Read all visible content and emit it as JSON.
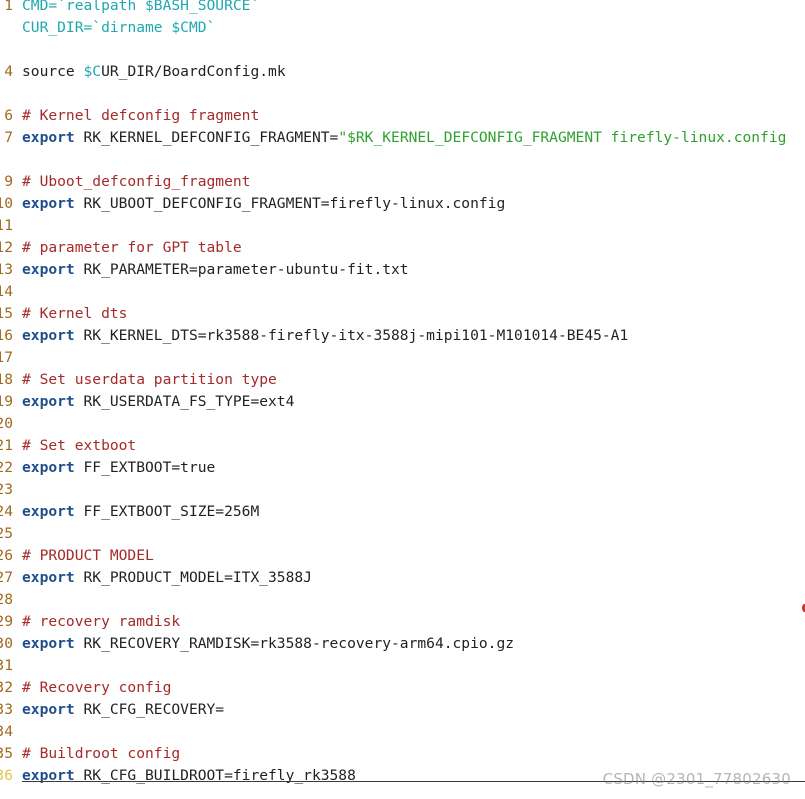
{
  "editor": {
    "lines": [
      {
        "num": "1",
        "parts": [
          {
            "t": "CMD=",
            "c": "var"
          },
          {
            "t": "`realpath $BASH_SOURCE`",
            "c": "var"
          }
        ]
      },
      {
        "num": "",
        "parts": [
          {
            "t": "CUR_DIR=",
            "c": "var"
          },
          {
            "t": "`dirname $CMD`",
            "c": "var"
          }
        ]
      },
      {
        "num": "",
        "parts": []
      },
      {
        "num": "4",
        "parts": [
          {
            "t": "source ",
            "c": ""
          },
          {
            "t": "$C",
            "c": "var"
          },
          {
            "t": "UR_DIR/BoardConfig.mk",
            "c": ""
          }
        ]
      },
      {
        "num": "",
        "parts": []
      },
      {
        "num": "6",
        "parts": [
          {
            "t": "# Kernel defconfig fragment",
            "c": "cm"
          }
        ]
      },
      {
        "num": "7",
        "parts": [
          {
            "t": "export",
            "c": "kw"
          },
          {
            "t": " RK_KERNEL_DEFCONFIG_FRAGMENT=",
            "c": ""
          },
          {
            "t": "\"$RK_KERNEL_DEFCONFIG_FRAGMENT firefly-linux.config",
            "c": "str"
          }
        ]
      },
      {
        "num": "",
        "parts": []
      },
      {
        "num": "9",
        "parts": [
          {
            "t": "# Uboot_defconfig_fragment",
            "c": "cm"
          }
        ]
      },
      {
        "num": "10",
        "parts": [
          {
            "t": "export",
            "c": "kw"
          },
          {
            "t": " RK_UBOOT_DEFCONFIG_FRAGMENT=firefly-linux.config",
            "c": ""
          }
        ]
      },
      {
        "num": "11",
        "parts": []
      },
      {
        "num": "12",
        "parts": [
          {
            "t": "# parameter for GPT table",
            "c": "cm"
          }
        ]
      },
      {
        "num": "13",
        "parts": [
          {
            "t": "export",
            "c": "kw"
          },
          {
            "t": " RK_PARAMETER=parameter-ubuntu-fit.txt",
            "c": ""
          }
        ]
      },
      {
        "num": "14",
        "parts": []
      },
      {
        "num": "15",
        "parts": [
          {
            "t": "# Kernel dts",
            "c": "cm"
          }
        ]
      },
      {
        "num": "16",
        "parts": [
          {
            "t": "export",
            "c": "kw"
          },
          {
            "t": " RK_KERNEL_DTS=rk3588-firefly-itx-3588j-mipi101-M101014-BE45-A1",
            "c": ""
          }
        ]
      },
      {
        "num": "17",
        "parts": []
      },
      {
        "num": "18",
        "parts": [
          {
            "t": "# Set userdata partition type",
            "c": "cm"
          }
        ]
      },
      {
        "num": "19",
        "parts": [
          {
            "t": "export",
            "c": "kw"
          },
          {
            "t": " RK_USERDATA_FS_TYPE=ext4",
            "c": ""
          }
        ]
      },
      {
        "num": "20",
        "parts": []
      },
      {
        "num": "21",
        "parts": [
          {
            "t": "# Set extboot",
            "c": "cm"
          }
        ]
      },
      {
        "num": "22",
        "parts": [
          {
            "t": "export",
            "c": "kw"
          },
          {
            "t": " FF_EXTBOOT=true",
            "c": ""
          }
        ]
      },
      {
        "num": "23",
        "parts": []
      },
      {
        "num": "24",
        "parts": [
          {
            "t": "export",
            "c": "kw"
          },
          {
            "t": " FF_EXTBOOT_SIZE=256M",
            "c": ""
          }
        ]
      },
      {
        "num": "25",
        "parts": []
      },
      {
        "num": "26",
        "parts": [
          {
            "t": "# PRODUCT MODEL",
            "c": "cm"
          }
        ]
      },
      {
        "num": "27",
        "parts": [
          {
            "t": "export",
            "c": "kw"
          },
          {
            "t": " RK_PRODUCT_MODEL=ITX_3588J",
            "c": ""
          }
        ]
      },
      {
        "num": "28",
        "parts": []
      },
      {
        "num": "29",
        "parts": [
          {
            "t": "# recovery ramdisk",
            "c": "cm"
          }
        ]
      },
      {
        "num": "30",
        "parts": [
          {
            "t": "export",
            "c": "kw"
          },
          {
            "t": " RK_RECOVERY_RAMDISK=rk3588-recovery-arm64.cpio.gz",
            "c": ""
          }
        ]
      },
      {
        "num": "31",
        "parts": []
      },
      {
        "num": "32",
        "parts": [
          {
            "t": "# Recovery config",
            "c": "cm"
          }
        ]
      },
      {
        "num": "33",
        "parts": [
          {
            "t": "export",
            "c": "kw"
          },
          {
            "t": " RK_CFG_RECOVERY=",
            "c": ""
          }
        ]
      },
      {
        "num": "34",
        "parts": []
      },
      {
        "num": "35",
        "parts": [
          {
            "t": "# Buildroot config",
            "c": "cm"
          }
        ]
      },
      {
        "num": "36",
        "current": true,
        "parts": [
          {
            "t": "export",
            "c": "kw"
          },
          {
            "t": " RK_CFG_BUILDROOT=firefly_rk3588",
            "c": ""
          }
        ]
      }
    ]
  },
  "watermark": "CSDN @2301_77802630",
  "colors": {
    "keyword": "#1f4e8c",
    "comment": "#a52a2a",
    "string": "#2fa12f",
    "variable": "#20a8b0",
    "line_number": "#a0691e",
    "current_line_number": "#e8c64a"
  }
}
